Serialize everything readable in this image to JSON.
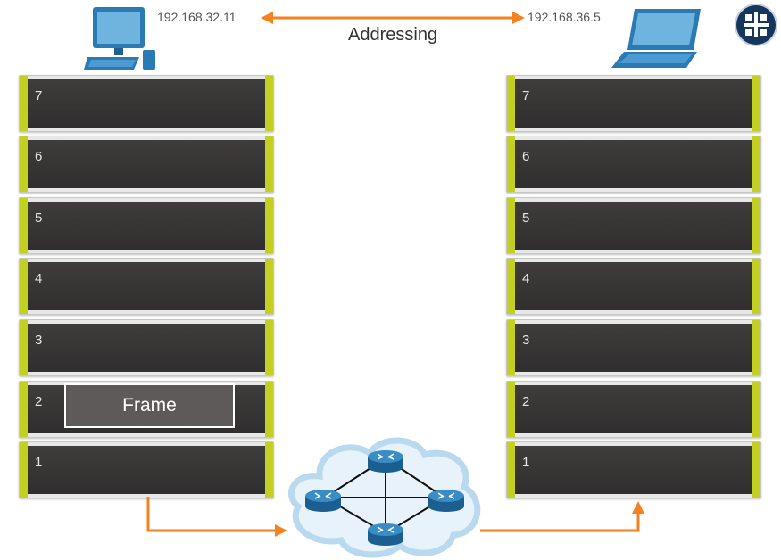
{
  "addressing": {
    "source_ip": "192.168.32.11",
    "dest_ip": "192.168.36.5",
    "label": "Addressing"
  },
  "layers": [
    "7",
    "6",
    "5",
    "4",
    "3",
    "2",
    "1"
  ],
  "frame_label": "Frame",
  "colors": {
    "arrow": "#f58220",
    "layer_bar": "#c3cf21",
    "layer_body": "#353232",
    "frame_fill": "#5f5a5a",
    "cloud": "#b9d9ee",
    "router": "#1f6fa3",
    "button": "#15375e"
  },
  "icons": {
    "source": "desktop-computer-icon",
    "destination": "laptop-icon",
    "network": "network-cloud-icon",
    "router": "router-icon",
    "fullscreen": "fullscreen-toggle-icon"
  }
}
